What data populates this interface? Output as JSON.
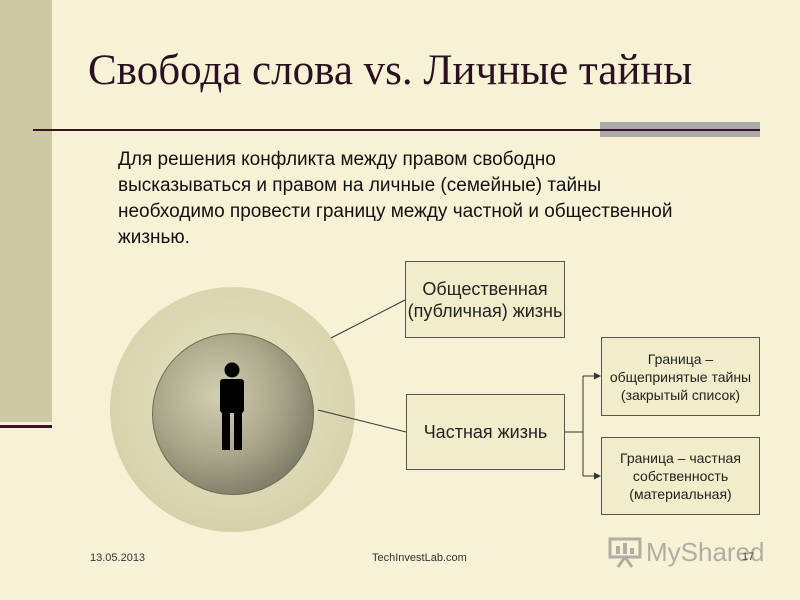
{
  "title": "Свобода слова vs. Личные тайны",
  "body_text": "Для решения конфликта между правом свободно высказываться и правом на личные (семейные) тайны необходимо провести границу между частной и общественной жизнью.",
  "diagram": {
    "public_life": "Общественная (публичная) жизнь",
    "private_life": "Частная жизнь",
    "boundary_secrets": "Граница – общепринятые тайны (закрытый список)",
    "boundary_property": "Граница – частная собственность (материальная)",
    "person_icon": "person-icon"
  },
  "footer": {
    "date": "13.05.2013",
    "site": "TechInvestLab.com",
    "page": "17"
  },
  "watermark": {
    "text": "MyShared",
    "icon": "presentation-board-icon"
  },
  "colors": {
    "background": "#f7f2d6",
    "accent_bar": "#cdc9a4",
    "rule": "#3d0f2c",
    "box_fill": "#f1ecca"
  }
}
